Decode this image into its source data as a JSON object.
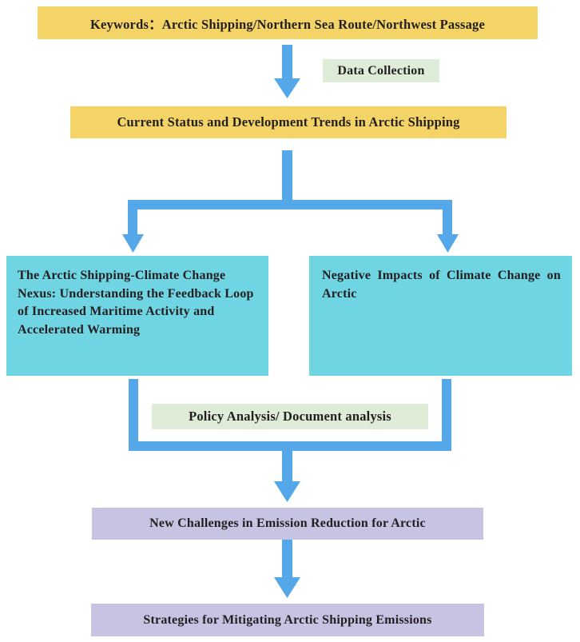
{
  "diagram": {
    "title": "Arctic Shipping Research Flowchart",
    "colors": {
      "background": "#ffffff",
      "keyword_box": "#f5d467",
      "topic_box": "#f5d467",
      "analysis_box": "#6fd5e3",
      "outcome_box": "#c6c3e3",
      "method_label": "#dfecd8",
      "arrow": "#54a7e8",
      "text": "#231f20"
    }
  },
  "nodes": {
    "keywords": {
      "label": "Keywords：Arctic Shipping/Northern Sea Route/Northwest Passage",
      "color": "#f5d467"
    },
    "current_status": {
      "label": "Current Status and Development Trends in Arctic Shipping",
      "color": "#f5d467"
    },
    "nexus": {
      "label": "The Arctic Shipping-Climate Change Nexus: Understanding the Feedback Loop of Increased Maritime Activity and Accelerated Warming",
      "color": "#6fd5e3"
    },
    "negative_impacts": {
      "label": "Negative Impacts of Climate Change on Arctic",
      "color": "#6fd5e3"
    },
    "new_challenges": {
      "label": "New Challenges in Emission Reduction for Arctic",
      "color": "#c6c3e3"
    },
    "strategies": {
      "label": "Strategies for Mitigating Arctic Shipping Emissions",
      "color": "#c6c3e3"
    }
  },
  "method_labels": {
    "data_collection": {
      "label": "Data Collection",
      "color": "#dfecd8"
    },
    "policy_analysis": {
      "label": "Policy Analysis/ Document analysis",
      "color": "#dfecd8"
    }
  },
  "connectors": [
    {
      "name": "keywords-to-current-status",
      "kind": "arrow-down",
      "from": "keywords",
      "to": "current_status",
      "label": "Data Collection"
    },
    {
      "name": "current-status-split",
      "kind": "split-down-two",
      "from": "current_status",
      "to": [
        "nexus",
        "negative_impacts"
      ]
    },
    {
      "name": "analysis-merge-to-new-challenges",
      "kind": "merge-down",
      "from": [
        "nexus",
        "negative_impacts"
      ],
      "to": "new_challenges",
      "label": "Policy Analysis/ Document analysis"
    },
    {
      "name": "new-challenges-to-strategies",
      "kind": "arrow-down",
      "from": "new_challenges",
      "to": "strategies"
    }
  ]
}
